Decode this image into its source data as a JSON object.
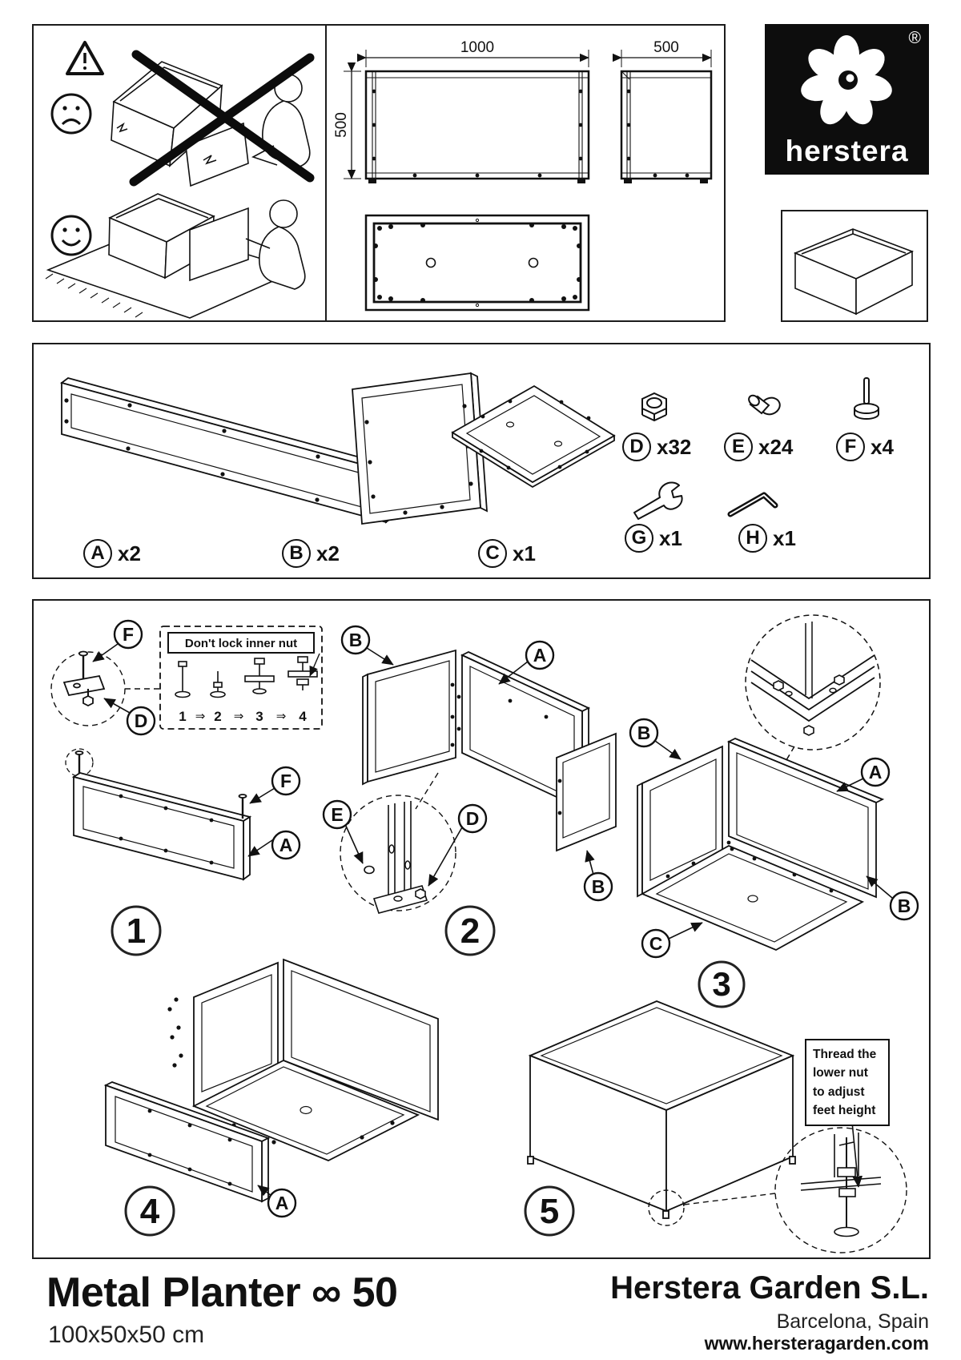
{
  "brand": {
    "name": "herstera",
    "registered": "®"
  },
  "dims": {
    "front_width": "1000",
    "front_height": "500",
    "side_width": "500"
  },
  "parts": {
    "a": {
      "id": "A",
      "qty": "x2"
    },
    "b": {
      "id": "B",
      "qty": "x2"
    },
    "c": {
      "id": "C",
      "qty": "x1"
    },
    "d": {
      "id": "D",
      "qty": "x32"
    },
    "e": {
      "id": "E",
      "qty": "x24"
    },
    "f": {
      "id": "F",
      "qty": "x4"
    },
    "g": {
      "id": "G",
      "qty": "x1"
    },
    "h": {
      "id": "H",
      "qty": "x1"
    }
  },
  "steps": {
    "s1": {
      "num": "1"
    },
    "s2": {
      "num": "2"
    },
    "s3": {
      "num": "3"
    },
    "s4": {
      "num": "4"
    },
    "s5": {
      "num": "5"
    }
  },
  "notes": {
    "inner_nut_title": "Don't lock inner nut",
    "seq": [
      "1",
      "2",
      "3",
      "4"
    ],
    "arrow": "⇒",
    "feet_lines": [
      "Thread the",
      "lower nut",
      "to adjust",
      "feet height"
    ]
  },
  "footer": {
    "product_title": "Metal Planter ∞ 50",
    "product_size": "100x50x50 cm",
    "company": "Herstera Garden S.L.",
    "location": "Barcelona, Spain",
    "website": "www.hersteragarden.com"
  }
}
